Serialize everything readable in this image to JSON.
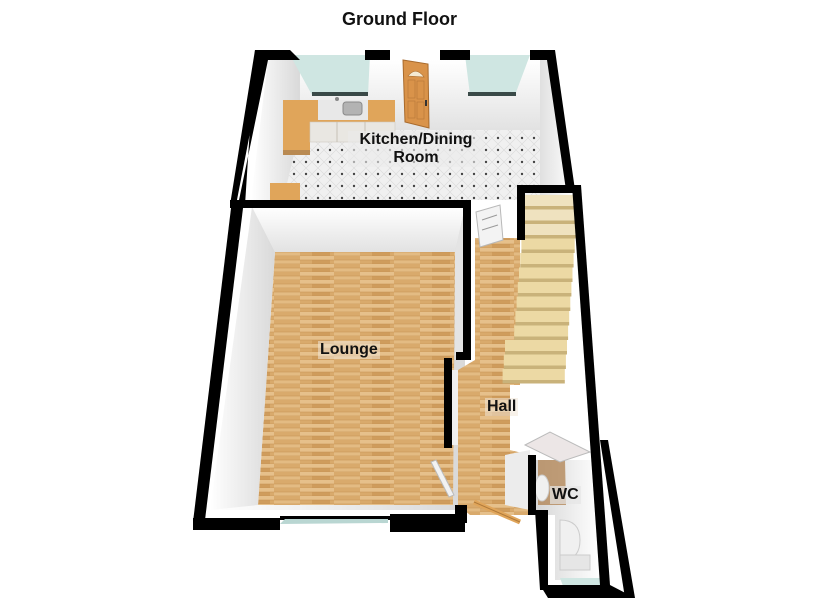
{
  "floor_plan": {
    "title": "Ground Floor",
    "rooms": [
      {
        "id": "kitchen",
        "label_line1": "Kitchen/Dining",
        "label_line2": "Room",
        "floor": "tile"
      },
      {
        "id": "lounge",
        "label": "Lounge",
        "floor": "wood"
      },
      {
        "id": "hall",
        "label": "Hall",
        "floor": "wood"
      },
      {
        "id": "wc",
        "label": "WC",
        "floor": "wood"
      }
    ],
    "colors": {
      "wall": "#000000",
      "inner_wall": "#f4f4f4",
      "wood": "#d8a866",
      "wood_light": "#e7c392",
      "tile": "#eeeeee",
      "glass": "#cfe6e2",
      "counter": "#e0a55a",
      "door": "#d9934a",
      "stairs": "#eedcaa"
    },
    "fixtures": [
      "kitchen-counter",
      "sink",
      "back-door",
      "staircase",
      "front-door",
      "toilet",
      "wash-basin"
    ]
  }
}
